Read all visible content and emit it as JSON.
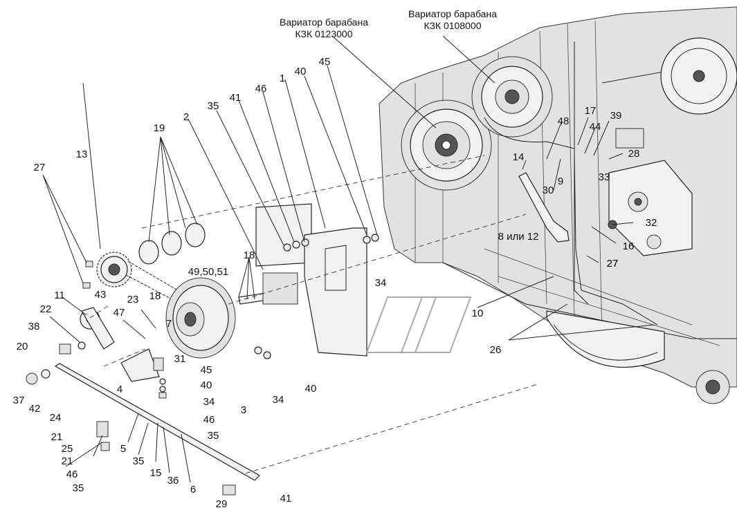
{
  "diagram": {
    "captions": [
      {
        "id": "cap1",
        "line1": "Вариатор барабана",
        "line2": "КЗК 0123000"
      },
      {
        "id": "cap2",
        "line1": "Вариатор барабана",
        "line2": "КЗК 0108000"
      }
    ],
    "callouts": [
      "19",
      "13",
      "27",
      "27",
      "11",
      "43",
      "22",
      "47",
      "23",
      "18",
      "7",
      "38",
      "20",
      "4",
      "31",
      "45",
      "40",
      "34",
      "46",
      "35",
      "3",
      "37",
      "42",
      "24",
      "21",
      "25",
      "21",
      "46",
      "35",
      "5",
      "35",
      "15",
      "36",
      "6",
      "29",
      "41",
      "49,50,51",
      "18",
      "2",
      "35",
      "41",
      "46",
      "1",
      "40",
      "45",
      "34",
      "34",
      "40",
      "14",
      "48",
      "17",
      "44",
      "39",
      "28",
      "33",
      "9",
      "30",
      "8 или 12",
      "32",
      "16",
      "27",
      "10",
      "26"
    ]
  }
}
